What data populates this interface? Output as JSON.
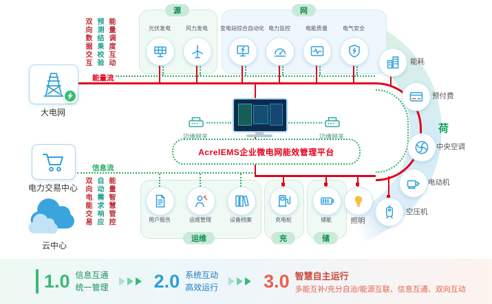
{
  "platform": {
    "title": "AcrelEMS企业微电网能效管理平台"
  },
  "flows": {
    "energy": "能量流",
    "info": "信息流"
  },
  "left_nodes": {
    "grid": {
      "label": "大电网"
    },
    "trade": {
      "label": "电力交易中心"
    },
    "cloud": {
      "label": "云中心"
    }
  },
  "vertical_notes": {
    "top": [
      "双向数据交互",
      "预测结果校验",
      "能量调度互动"
    ],
    "bottom": [
      "双向电能交易",
      "自动需求响应",
      "能量智慧管控"
    ]
  },
  "groups": {
    "source": {
      "title": "源",
      "items": [
        {
          "label": "光伏发电"
        },
        {
          "label": "风力发电"
        }
      ]
    },
    "grid": {
      "title": "网",
      "items": [
        {
          "label": "变电站综合自动化"
        },
        {
          "label": "电力监控"
        },
        {
          "label": "电能质量"
        },
        {
          "label": "电气安全"
        }
      ]
    },
    "om": {
      "title": "运维",
      "items": [
        {
          "label": "用户报告"
        },
        {
          "label": "运维管理"
        },
        {
          "label": "设备档案"
        }
      ]
    },
    "charge": {
      "title": "充",
      "items": [
        {
          "label": "充电桩"
        }
      ]
    },
    "storage": {
      "title": "储",
      "items": [
        {
          "label": "储能"
        }
      ]
    }
  },
  "load": {
    "title": "荷",
    "items": [
      {
        "label": "能耗"
      },
      {
        "label": "预付费"
      },
      {
        "label": "中央空调"
      },
      {
        "label": "电动机"
      },
      {
        "label": "空压机"
      },
      {
        "label": "照明"
      }
    ]
  },
  "gateways": {
    "left": "边缘网关",
    "right": "边缘网关"
  },
  "stages": [
    {
      "num": "1.0",
      "lines": [
        "信息互通",
        "统一管理"
      ]
    },
    {
      "num": "2.0",
      "lines": [
        "系统互动",
        "高效运行"
      ]
    },
    {
      "num": "3.0",
      "title": "智慧自主运行",
      "desc": "多能互补/充分自治/能源互联、信息互通、双向互动"
    }
  ],
  "colors": {
    "energy_flow": "#e2001a",
    "info_flow": "#27ae60",
    "accent_blue": "#2e9fd9",
    "stage1_green": "#3cb878",
    "stage2_blue": "#2b9fd8",
    "stage3_red": "#e8604c"
  }
}
